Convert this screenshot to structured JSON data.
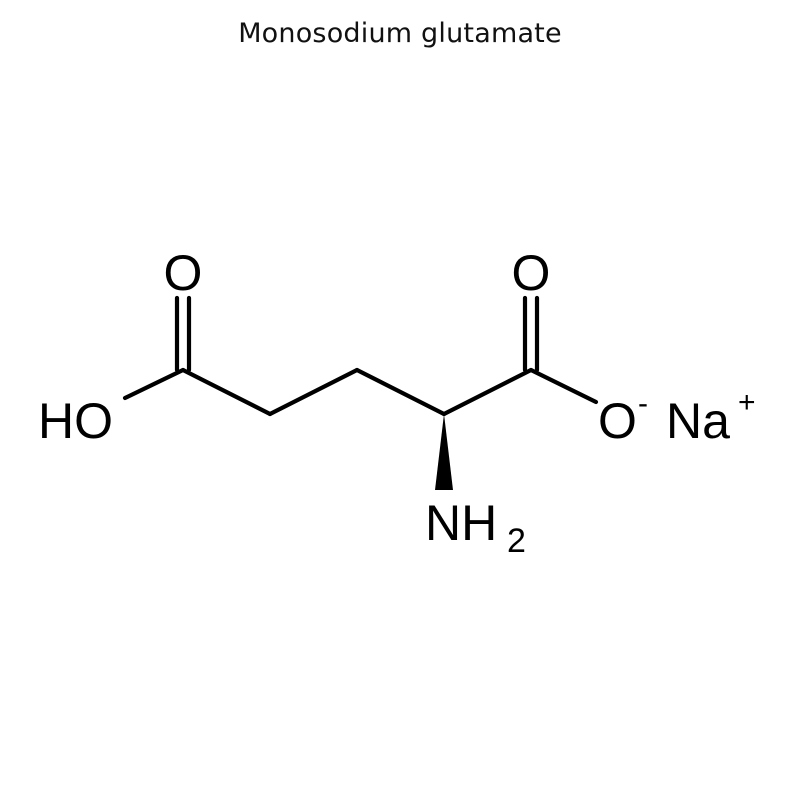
{
  "title": "Monosodium glutamate",
  "atoms": {
    "carbonyl_o_left": "O",
    "hydroxyl": "HO",
    "carbonyl_o_right": "O",
    "carboxylate_o": "O",
    "carboxylate_charge": "-",
    "amine_n": "NH",
    "amine_subscript": "2",
    "sodium": "Na",
    "sodium_charge": "+"
  }
}
